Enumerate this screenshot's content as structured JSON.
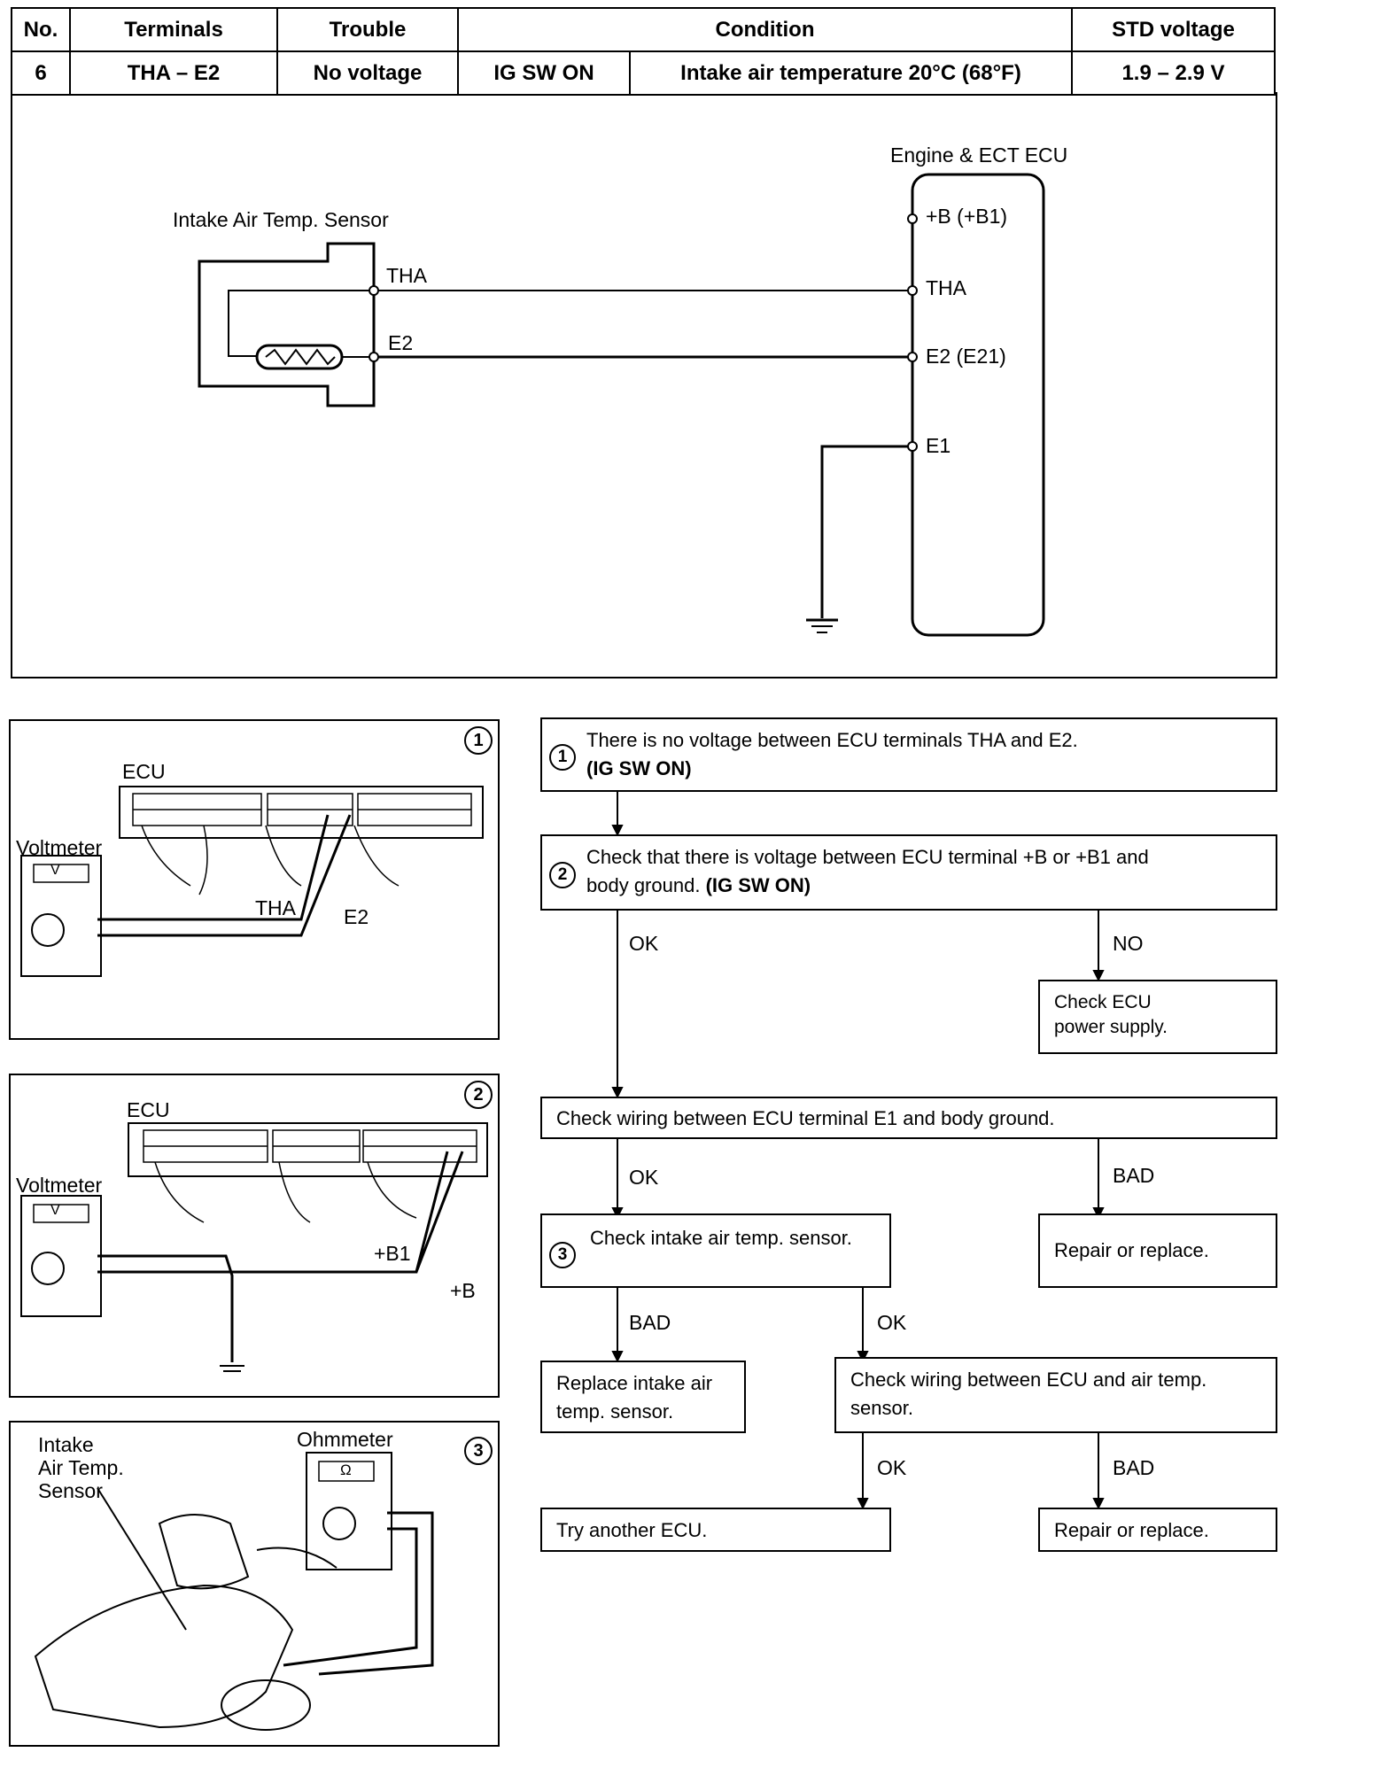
{
  "header": {
    "col_no": "No.",
    "col_terminals": "Terminals",
    "col_trouble": "Trouble",
    "col_condition": "Condition",
    "col_std": "STD voltage",
    "row_no": "6",
    "row_terminals": "THA – E2",
    "row_trouble": "No voltage",
    "row_condition_a": "IG SW ON",
    "row_condition_b": "Intake air temperature 20°C (68°F)",
    "row_std": "1.9 – 2.9 V"
  },
  "schematic": {
    "sensor_title": "Intake Air Temp. Sensor",
    "sensor_tha": "THA",
    "sensor_e2": "E2",
    "ecu_title": "Engine & ECT ECU",
    "ecu_b": "+B (+B1)",
    "ecu_tha": "THA",
    "ecu_e2": "E2 (E21)",
    "ecu_e1": "E1"
  },
  "illustrations": {
    "fig1": {
      "num": "1",
      "ecu": "ECU",
      "meter": "Voltmeter",
      "meter_face": "V",
      "probe_a": "THA",
      "probe_b": "E2"
    },
    "fig2": {
      "num": "2",
      "ecu": "ECU",
      "meter": "Voltmeter",
      "meter_face": "V",
      "probe_a": "+B1",
      "probe_b": "+B"
    },
    "fig3": {
      "num": "3",
      "sensor_l1": "Intake",
      "sensor_l2": "Air Temp.",
      "sensor_l3": "Sensor",
      "meter": "Ohmmeter",
      "meter_face": "Ω"
    }
  },
  "flow": {
    "step1_num": "1",
    "step1_text": "There is no voltage between ECU terminals THA and E2.",
    "step1_bold": "(IG SW ON)",
    "step2_num": "2",
    "step2_text_a": "Check that there is voltage between ECU terminal +B or +B1 and",
    "step2_text_b": "body ground.",
    "step2_bold": "(IG SW ON)",
    "ok1": "OK",
    "no1": "NO",
    "power_a": "Check ECU",
    "power_b": "power supply.",
    "e1_check": "Check wiring between ECU terminal E1 and body ground.",
    "ok2": "OK",
    "bad2": "BAD",
    "step3_num": "3",
    "step3_text": "Check intake air temp. sensor.",
    "repair1": "Repair or replace.",
    "bad3": "BAD",
    "ok3": "OK",
    "replace_a": "Replace intake air",
    "replace_b": "temp. sensor.",
    "wiring_a": "Check wiring between ECU and air temp.",
    "wiring_b": "sensor.",
    "ok4": "OK",
    "bad4": "BAD",
    "try_ecu": "Try another ECU.",
    "repair2": "Repair or replace."
  }
}
